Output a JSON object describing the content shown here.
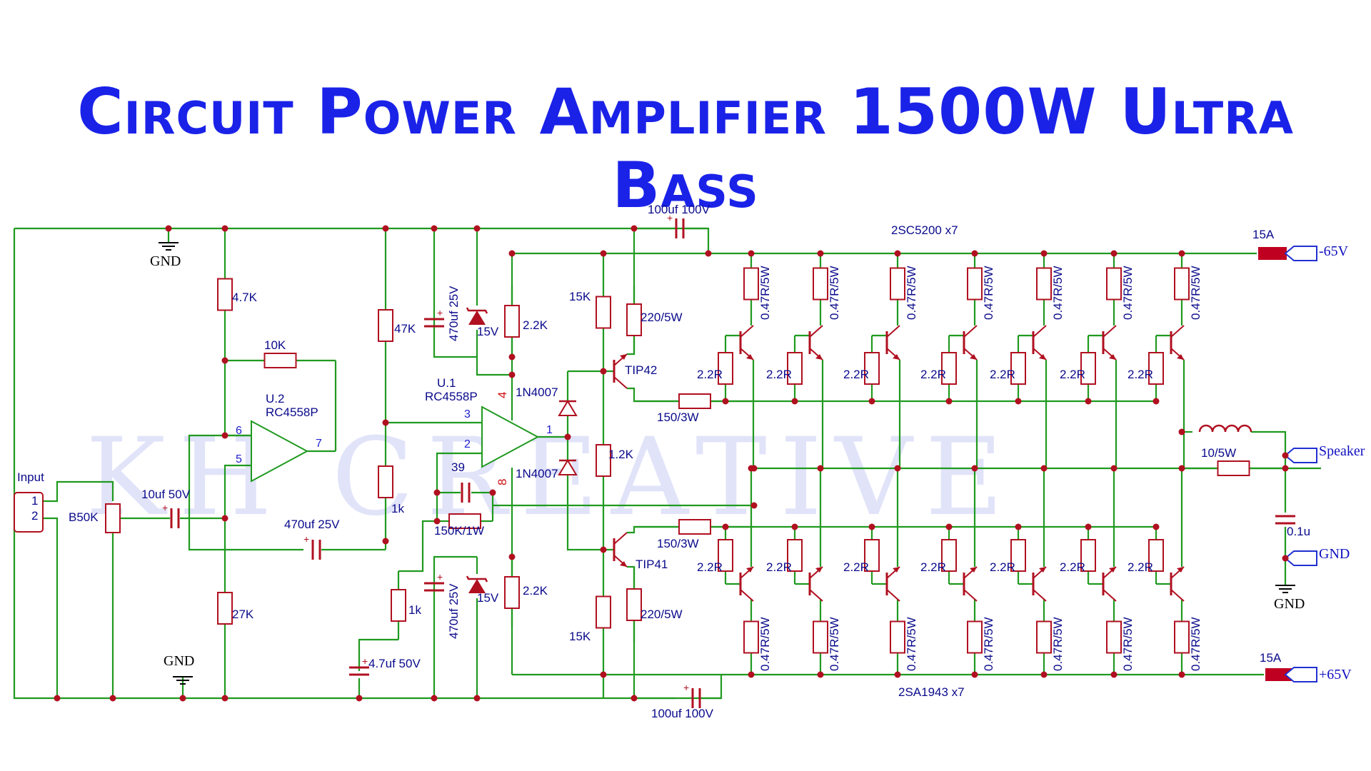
{
  "title": "Circuit Power Amplifier 1500W Ultra Bass",
  "watermark": "KH CREATIVE",
  "colors": {
    "wire": "#1f9a1f",
    "component": "#b01020",
    "label": "#0a0a8c",
    "title": "#1a22e8",
    "pin": "#d01010",
    "fuse": "#c00020",
    "terminal": "#2030d0"
  },
  "connector": {
    "label": "Input",
    "pin1": "1",
    "pin2": "2"
  },
  "pot": {
    "label": "B50K"
  },
  "gnd_label": "GND",
  "caps": {
    "in_cap": "10uf 50V",
    "fb_cap": "470uf 25V",
    "reg_top": "470uf 25V",
    "reg_bot": "470uf 25V",
    "c39": "39",
    "c47": "4.7uf 50V",
    "boot_top": "100uf 100V",
    "boot_bot": "100uf 100V",
    "zobel": "0.1u"
  },
  "resistors": {
    "r47k_u2": "4.7K",
    "r27k": "27K",
    "r10k": "10K",
    "r47k": "47K",
    "r1k_a": "1k",
    "r1k_b": "1k",
    "r150k": "150K/1W",
    "r22k_t": "2.2K",
    "r22k_b": "2.2K",
    "r15k_t": "15K",
    "r15k_b": "15K",
    "r12k": "1.2K",
    "r220_t": "220/5W",
    "r220_b": "220/5W",
    "r150_t": "150/3W",
    "r150_b": "150/3W",
    "r105": "10/5W",
    "emitter": "0.47R/5W",
    "base": "2.2R"
  },
  "ics": {
    "u2_ref": "U.2",
    "u2_part": "RC4558P",
    "u1_ref": "U.1",
    "u1_part": "RC4558P",
    "minus": "−",
    "plus": "+",
    "u2_p6": "6",
    "u2_p5": "5",
    "u2_p7": "7",
    "u1_p3": "3",
    "u1_p2": "2",
    "u1_p1": "1",
    "u1_p4": "4",
    "u1_p8": "8"
  },
  "zener": "15V",
  "diode_top": "1N4007",
  "diode_bot": "1N4007",
  "tip42": "TIP42",
  "tip41": "TIP41",
  "npn_bank": "2SC5200 x7",
  "pnp_bank": "2SA1943 x7",
  "fuse_top": "15A",
  "fuse_bot": "15A",
  "rails": {
    "neg": "-65V",
    "pos": "+65V"
  },
  "speaker": "Speaker",
  "out_gnd": "GND"
}
